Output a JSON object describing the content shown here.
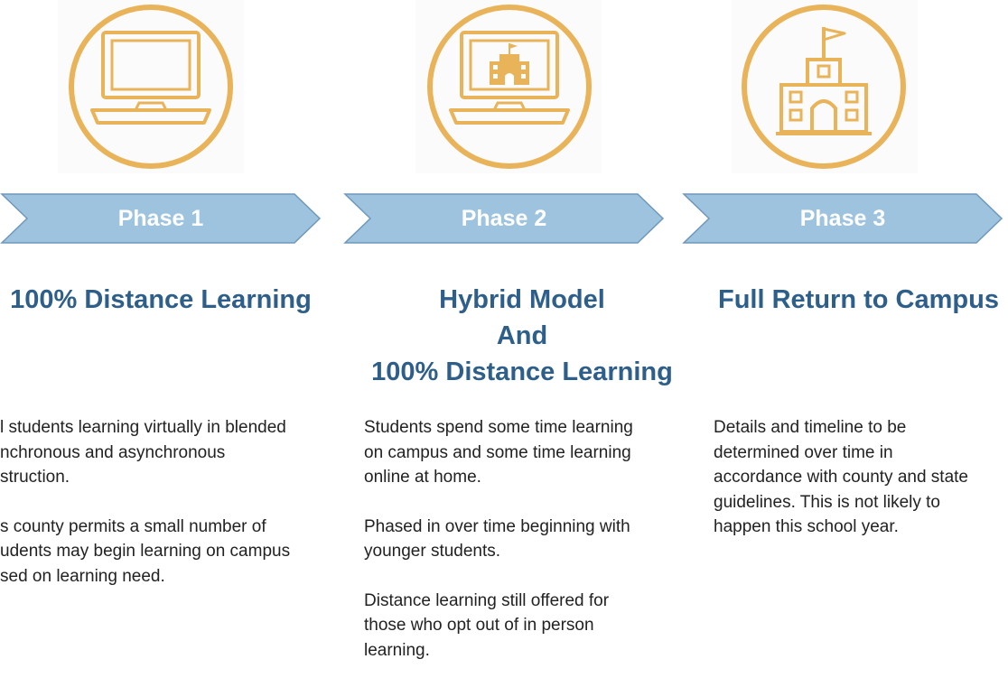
{
  "colors": {
    "accent_gold": "#e9b35a",
    "chevron_fill": "#9dc3df",
    "chevron_stroke": "#6f98bb",
    "heading_blue": "#2e5f8a",
    "body_text": "#222222"
  },
  "phases": [
    {
      "icon": "laptop-icon",
      "label": "Phase 1",
      "title_lines": [
        "100% Distance Learning"
      ],
      "paragraphs": [
        [
          "l students learning virtually in blended",
          "nchronous and asynchronous",
          "struction."
        ],
        [
          "s county permits a small number of",
          "udents may begin learning on campus",
          "sed on learning need."
        ]
      ]
    },
    {
      "icon": "laptop-school-icon",
      "label": "Phase 2",
      "title_lines": [
        "Hybrid Model",
        "And",
        "100% Distance Learning"
      ],
      "paragraphs": [
        [
          "Students spend some time learning",
          "on campus and some time learning",
          "online at home."
        ],
        [
          "Phased in over time beginning with",
          "younger students."
        ],
        [
          "Distance learning still offered for",
          "those who opt out of in person",
          "learning."
        ]
      ]
    },
    {
      "icon": "school-building-icon",
      "label": "Phase 3",
      "title_lines": [
        "Full Return to Campus"
      ],
      "paragraphs": [
        [
          "Details and timeline to be",
          "determined over time in",
          "accordance with county and state",
          "guidelines. This is not likely to",
          "happen this school year."
        ]
      ]
    }
  ]
}
